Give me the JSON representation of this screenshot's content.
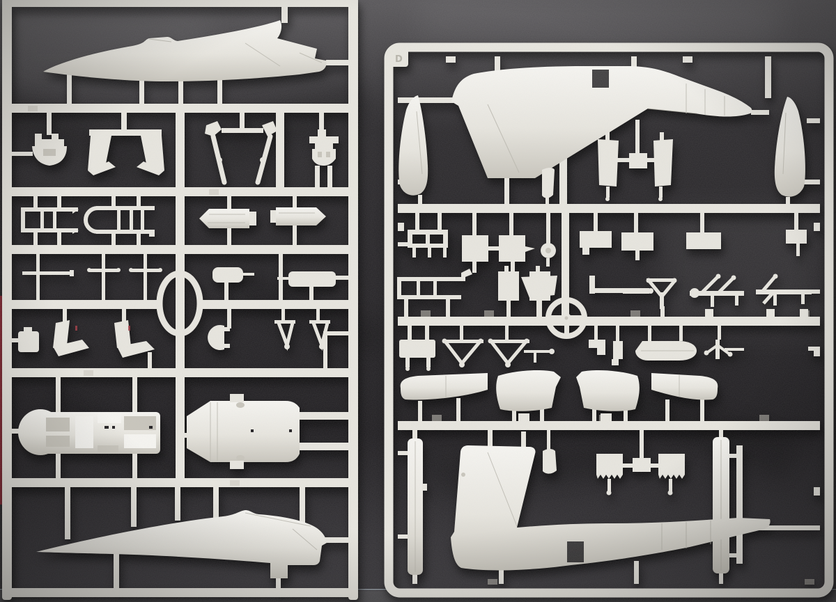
{
  "scene": {
    "description": "Macro photograph of two ivory-white injection-moulded plastic model-kit sprues (parts frames) of a jet aircraft kit, lying side by side on a dark charcoal fabric surface",
    "background": "dark charcoal fabric with soft diagonal folds and film grain",
    "surface_edge": "lighter grey table edge strip along the bottom of the photo",
    "left_edge_artifact": "thin dark-red sliver visible at the extreme left edge"
  },
  "colors": {
    "plastic": "#e8e6df",
    "plastic_hi": "#f7f6f2",
    "plastic_sh": "#c8c5bc",
    "plastic_line": "#b9b6ad",
    "bg": "#2b292c",
    "bg_top": "#59575a",
    "bg_deep": "#1f1d20",
    "bg_low": "#3a383c",
    "strip": "#504f52",
    "strip_line": "#a9b4bb",
    "red_edge": "#8c2733",
    "emboss": "#b7b4aa",
    "seat_red": "#a63a44"
  },
  "left_sprue": {
    "name": "sprue with fuselage halves",
    "parts": [
      "upper fuselage half (nose left)",
      "lower fuselage half (nose left)",
      "cockpit tub",
      "nose-wheel bay / underside insert",
      "ejection-seat and cockpit frame parts",
      "main landing-gear struts",
      "boarding-ladder frames",
      "missile launch rails",
      "intake ring",
      "antenna and pitot probes",
      "instrument-panel slabs",
      "half dome",
      "gear-door brackets"
    ]
  },
  "right_sprue": {
    "name": "sprue with rear fuselages and fins",
    "tag_label": "D",
    "parts": [
      "rear fuselage half with vertical fin, x2",
      "nose cone, x2",
      "intake trunk halves, x4",
      "main wheel doors",
      "serrated flap segments",
      "wheel hub ring",
      "landing-gear linkages and tow-bar frames",
      "wing-tip rails, x2",
      "small antenna, pylon and fairing parts"
    ]
  }
}
